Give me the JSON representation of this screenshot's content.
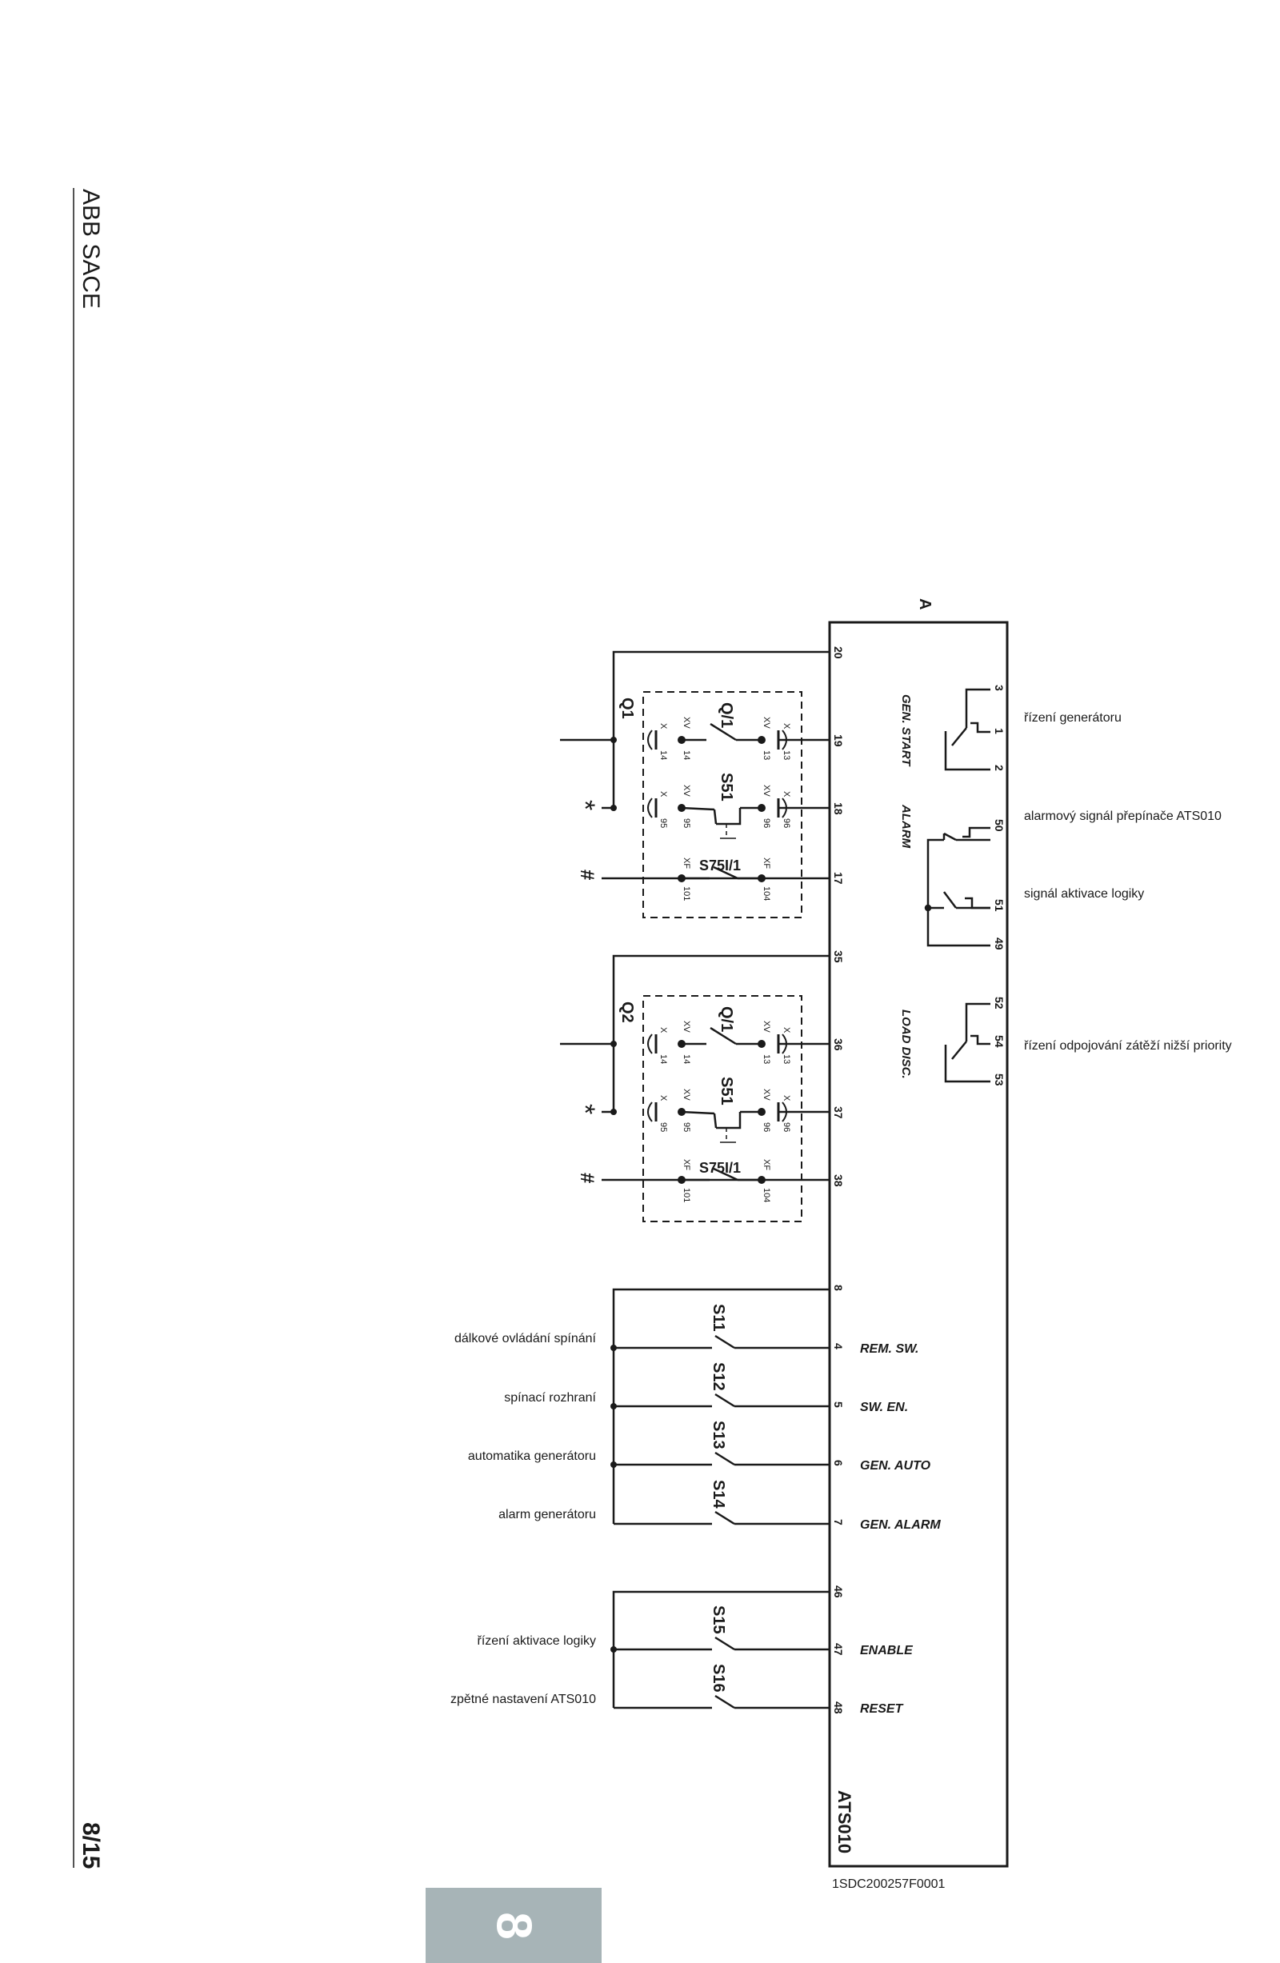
{
  "brand": "ABB SACE",
  "page_number": "8/15",
  "section_tab": "8",
  "doc_code": "1SDC200257F0001",
  "module": {
    "name": "ATS010",
    "label": "A"
  },
  "outputs": {
    "gen_start": {
      "title": "GEN. START",
      "terms": [
        "3",
        "1",
        "2"
      ],
      "desc": "řízení generátoru"
    },
    "alarm": {
      "title": "ALARM",
      "terms": [
        "50",
        "51",
        "49"
      ],
      "desc1": "alarmový signál přepínače ATS010",
      "desc2": "signál aktivace logiky"
    },
    "load_disc": {
      "title": "LOAD DISC.",
      "terms": [
        "52",
        "54",
        "53"
      ],
      "desc": "řízení odpojování zátěží nižší priority"
    }
  },
  "breakers": [
    {
      "name": "Q1",
      "terminals": [
        "20",
        "19",
        "18",
        "17"
      ],
      "star": "*",
      "hash": "#"
    },
    {
      "name": "Q2",
      "terminals": [
        "35",
        "36",
        "37",
        "38"
      ],
      "star": "*",
      "hash": "#"
    }
  ],
  "breaker_contacts": {
    "q_label": "Q/1",
    "s51": "S51",
    "s75": "S75I/1",
    "x": "X",
    "xv": "XV",
    "xf": "XF",
    "n13": "13",
    "n14": "14",
    "n96": "96",
    "n95": "95",
    "n104": "104",
    "n101": "101"
  },
  "inputs": {
    "common1": "8",
    "items": [
      {
        "switch": "S11",
        "term": "4",
        "signal": "REM. SW.",
        "desc": "dálkové ovládání spínání"
      },
      {
        "switch": "S12",
        "term": "5",
        "signal": "SW. EN.",
        "desc": "spínací rozhraní"
      },
      {
        "switch": "S13",
        "term": "6",
        "signal": "GEN. AUTO",
        "desc": "automatika generátoru"
      },
      {
        "switch": "S14",
        "term": "7",
        "signal": "GEN. ALARM",
        "desc": "alarm generátoru"
      }
    ],
    "common2": "46",
    "items2": [
      {
        "switch": "S15",
        "term": "47",
        "signal": "ENABLE",
        "desc": "řízení aktivace logiky"
      },
      {
        "switch": "S16",
        "term": "48",
        "signal": "RESET",
        "desc": "zpětné nastavení ATS010"
      }
    ]
  }
}
